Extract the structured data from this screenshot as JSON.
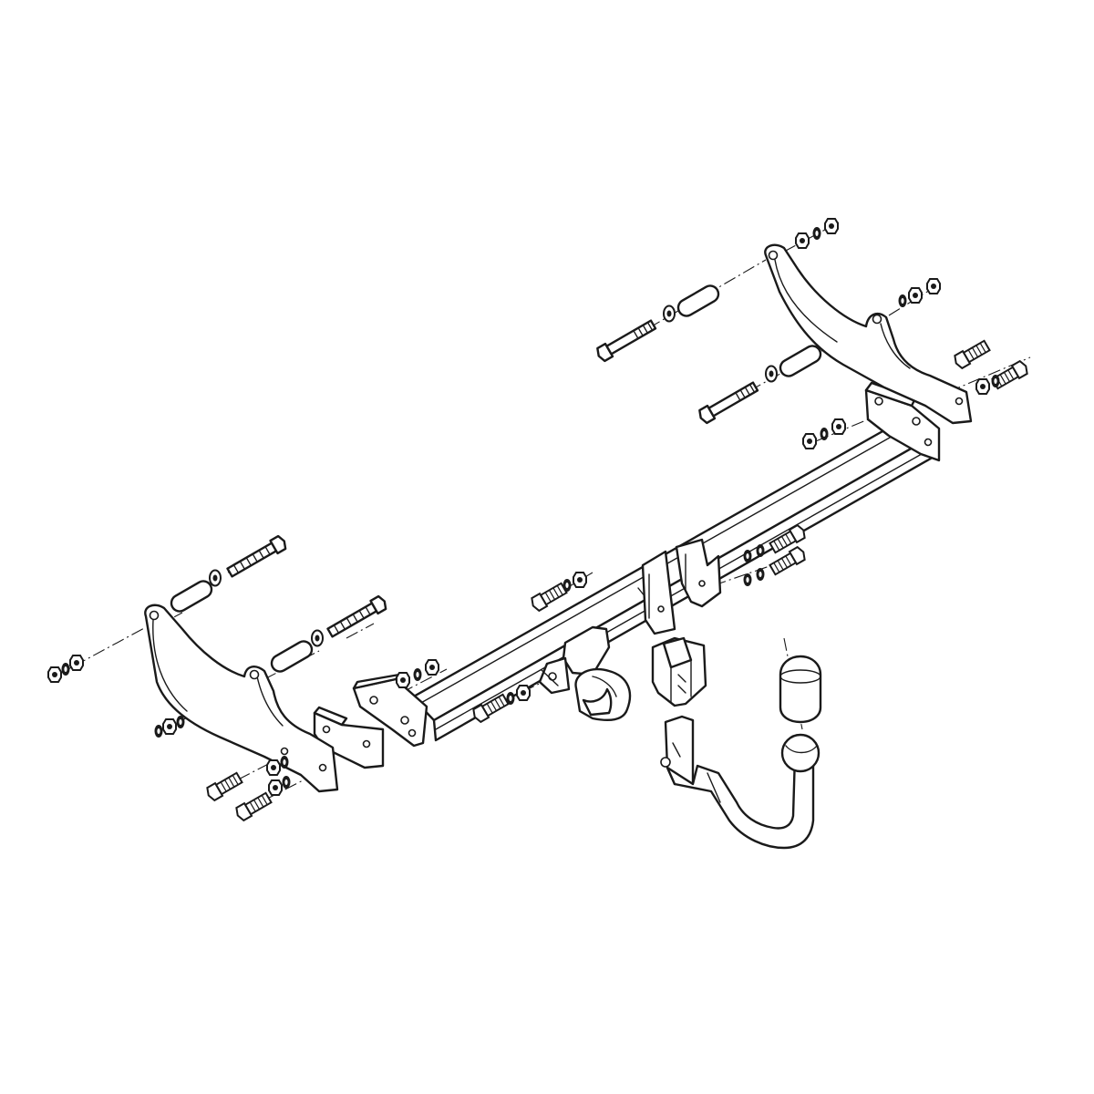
{
  "diagram": {
    "kind": "exploded-view",
    "subject_parts": [
      "left-side-bracket",
      "right-side-bracket",
      "cross-beam",
      "left-end-plate",
      "right-end-plate",
      "reinforcement-plate",
      "center-mounting-bracket",
      "socket-holder-bracket",
      "electrical-socket",
      "ball-receiver-housing",
      "detachable-tow-ball-neck",
      "tow-ball-cap",
      "spacer-tube",
      "long-bolt",
      "short-bolt",
      "washer",
      "spring-washer",
      "nut"
    ],
    "labels": [],
    "colors": {
      "line": "#1a1a1a",
      "background": "#ffffff"
    }
  }
}
